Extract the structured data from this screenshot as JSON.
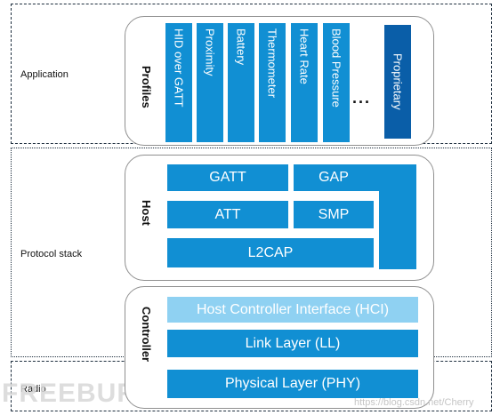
{
  "layers": {
    "application": "Application",
    "protocol_stack": "Protocol stack",
    "radio": "Radio"
  },
  "profiles": {
    "title": "Profiles",
    "items": [
      "HID over GATT",
      "Proximity",
      "Battery",
      "Thermometer",
      "Heart Rate",
      "Blood Pressure"
    ],
    "ellipsis": "...",
    "proprietary": "Proprietary"
  },
  "host": {
    "title": "Host",
    "gatt": "GATT",
    "att": "ATT",
    "l2cap": "L2CAP",
    "gap": "GAP",
    "smp": "SMP"
  },
  "controller": {
    "title": "Controller",
    "hci": "Host Controller Interface (HCI)",
    "link_layer": "Link Layer (LL)",
    "phy": "Physical Layer (PHY)"
  },
  "watermark": {
    "logo": "FREEBUF",
    "url": "https://blog.csdn.net/Cherry"
  },
  "colors": {
    "block": "#118fd3",
    "proprietary": "#0a5ea8",
    "hci": "#8fd1f2"
  }
}
